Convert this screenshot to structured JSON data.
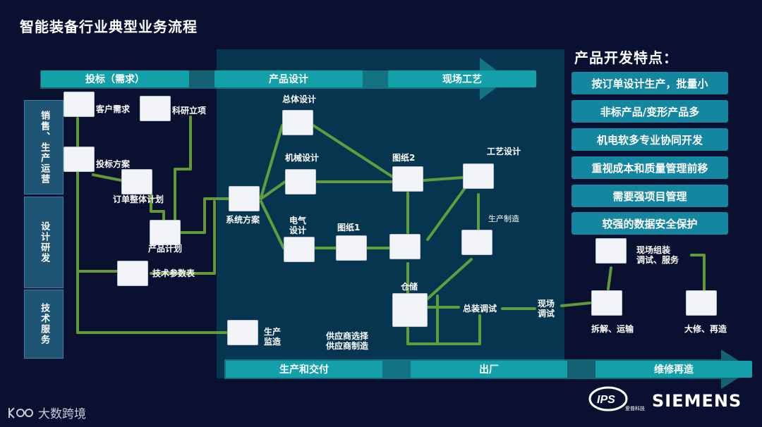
{
  "title": "智能装备行业典型业务流程",
  "sidebar": [
    "销售、生产运营",
    "设计研发",
    "技术服务"
  ],
  "top_bands": [
    "投标（需求）",
    "产品设计",
    "现场工艺"
  ],
  "bottom_bands": [
    "生产和交付",
    "出厂",
    "维修再造"
  ],
  "nodes": {
    "customer_req": "客户需求",
    "research": "科研立项",
    "bid_plan": "投标方案",
    "order_plan": "订单整体计划",
    "product_plan": "产品计划",
    "tech_params": "技术参数表",
    "system_plan": "系统方案",
    "overall_design": "总体设计",
    "mech_design": "机械设计",
    "elec_design": "电气\n设计",
    "drawing2": "图纸2",
    "drawing1": "图纸1",
    "process_design": "工艺设计",
    "production_mfg": "生产制造",
    "warehouse": "仓储",
    "assembly_debug": "总装调试",
    "site_debug": "现场\n调试",
    "prod_monitor": "生产\n监造",
    "supplier": "供应商选择\n供应商制造",
    "site_assembly": "现场组装\n调试、服务",
    "disassembly": "拆解、运输",
    "overhaul": "大修、再造"
  },
  "features": {
    "title": "产品开发特点：",
    "items": [
      "按订单设计生产，批量小",
      "非标产品/变形产品多",
      "机电软多专业协同开发",
      "重视成本和质量管理前移",
      "需要强项目管理",
      "较强的数据安全保护"
    ]
  },
  "logos": {
    "ips": "IPS",
    "ips_sub": "爱普科技",
    "siemens": "SIEMENS"
  },
  "watermark": "大数跨境",
  "colors": {
    "background": "#0a1030",
    "panel": "#06354f",
    "band": "#14a0a8",
    "flow_line": "#6da83a",
    "feature_box": "#1486a0"
  }
}
